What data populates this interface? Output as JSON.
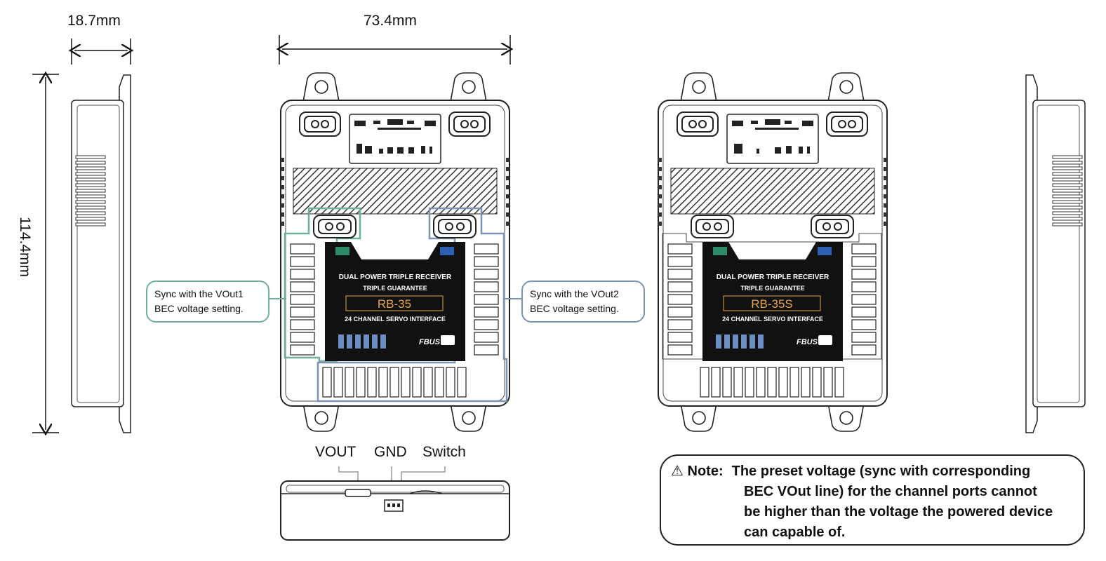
{
  "dimensions": {
    "depth": "18.7mm",
    "width": "73.4mm",
    "height": "114.4mm"
  },
  "callouts": {
    "left": [
      "Sync with the VOut1",
      "BEC voltage setting."
    ],
    "right": [
      "Sync with the VOut2",
      "BEC voltage setting."
    ]
  },
  "bottom_connector_labels": [
    "VOUT",
    "GND",
    "Switch"
  ],
  "units": [
    {
      "model": "RB-35",
      "line1": "DUAL POWER TRIPLE RECEIVER",
      "line2": "TRIPLE GUARANTEE",
      "line3": "24 CHANNEL SERVO INTERFACE",
      "brand": "FBUS"
    },
    {
      "model": "RB-35S",
      "line1": "DUAL POWER TRIPLE RECEIVER",
      "line2": "TRIPLE GUARANTEE",
      "line3": "24 CHANNEL SERVO INTERFACE",
      "brand": "FBUS"
    }
  ],
  "note": {
    "warning_icon": "warning-triangle-icon",
    "prefix": "Note:",
    "lines": [
      "The preset voltage (sync with corresponding",
      "BEC VOut line) for the channel ports cannot",
      "be higher than the voltage the powered device",
      "can capable of."
    ]
  },
  "colors": {
    "vout1_highlight": "#6fb09a",
    "vout2_highlight": "#7d93b3",
    "label_panel": "#111111",
    "display_text": "#e8a640"
  }
}
